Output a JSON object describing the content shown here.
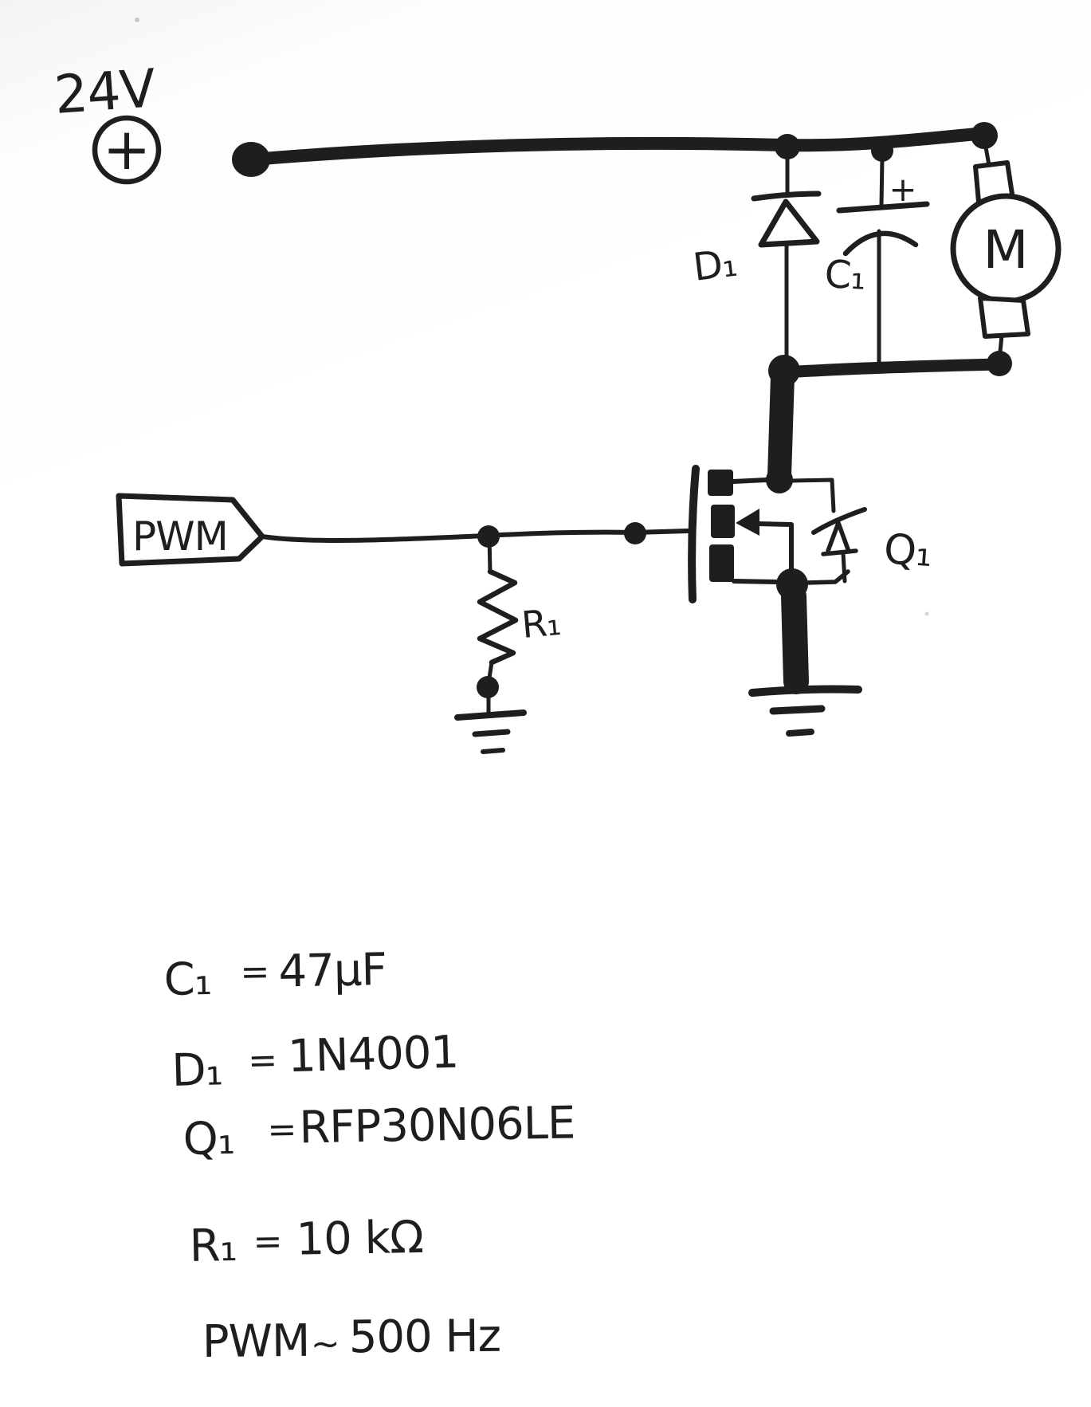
{
  "page": {
    "paper_color": "#fdfdfc",
    "ink_color": "#1e1e1e"
  },
  "schematic": {
    "supply": {
      "label": "24V",
      "polarity": "+"
    },
    "input_tag": {
      "label": "PWM"
    },
    "motor": {
      "label": "M"
    },
    "capacitor": {
      "ref": "C₁",
      "polarity": "+"
    },
    "diode": {
      "ref": "D₁"
    },
    "mosfet": {
      "ref": "Q₁"
    },
    "resistor": {
      "ref": "R₁"
    }
  },
  "notes": [
    {
      "ref": "C₁",
      "sep": "=",
      "value": "47µF"
    },
    {
      "ref": "D₁",
      "sep": "=",
      "value": "1N4001"
    },
    {
      "ref": "Q₁",
      "sep": "=",
      "value": "RFP30N06LE"
    },
    {
      "ref": "R₁",
      "sep": "=",
      "value": "10 kΩ"
    },
    {
      "ref": "PWM",
      "sep": "~",
      "value": "500 Hz"
    }
  ]
}
